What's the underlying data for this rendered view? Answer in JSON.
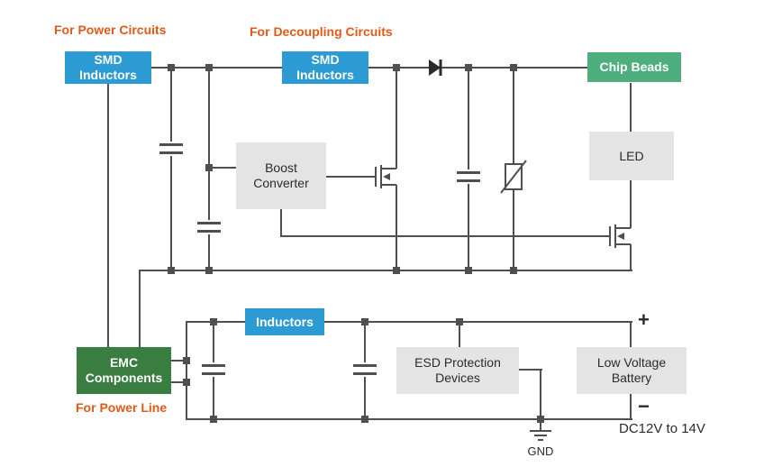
{
  "annotations": {
    "power_circuits": "For Power Circuits",
    "decoupling_circuits": "For Decoupling Circuits",
    "power_line": "For Power Line",
    "dc_range": "DC12V to 14V",
    "gnd_label": "GND",
    "plus": "+",
    "minus": "−"
  },
  "blocks": {
    "smd_inductors_power": "SMD\nInductors",
    "smd_inductors_decoupling": "SMD\nInductors",
    "chip_beads": "Chip Beads",
    "boost_converter": "Boost\nConverter",
    "led": "LED",
    "inductors": "Inductors",
    "emc_components": "EMC\nComponents",
    "esd_protection_devices": "ESD Protection\nDevices",
    "low_voltage_battery": "Low Voltage\nBattery"
  },
  "colors": {
    "blue_block": "#2d9bd3",
    "green_block": "#4fae7e",
    "dark_green_block": "#3a7d40",
    "gray_block": "#e4e4e4",
    "orange_text": "#e05a17",
    "wire": "#4f4f4f",
    "background": "#ffffff"
  }
}
